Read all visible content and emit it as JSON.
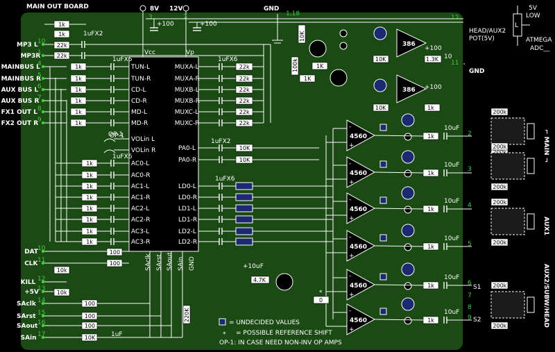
{
  "board": {
    "title": "MAIN OUT BOARD"
  },
  "supplies": {
    "v8": "8V",
    "v12": "12V",
    "gnd": "GND",
    "gnd_pins": "1,18",
    "v5": "5V",
    "pin3": "3",
    "pin2": "2",
    "pin12": "12",
    "pin11": "11"
  },
  "pot": {
    "low": "LOW",
    "l": "L",
    "head": "HEAD/AUX2",
    "pot": "POT(5V)",
    "atmega1": "ATMEGA",
    "atmega2": "ADC__"
  },
  "left_pins": [
    {
      "label": "MP3 L",
      "num": "10"
    },
    {
      "label": "MP3R",
      "num": "1"
    },
    {
      "label": "MAINBUS L",
      "num": "4"
    },
    {
      "label": "MAINBUS R",
      "num": "5"
    },
    {
      "label": "AUX BUS L",
      "num": "6"
    },
    {
      "label": "AUX BUS R",
      "num": "7"
    },
    {
      "label": "FX1 OUT L",
      "num": "8"
    },
    {
      "label": "FX2 OUT R",
      "num": "9"
    },
    {
      "label": "DAT",
      "num": "10"
    },
    {
      "label": "CLK",
      "num": "11"
    },
    {
      "label": "KILL",
      "num": "12"
    },
    {
      "label": "+5V",
      "num": "13"
    },
    {
      "label": "SAclk",
      "num": "14"
    },
    {
      "label": "SArst",
      "num": "15"
    },
    {
      "label": "SAout",
      "num": "16"
    },
    {
      "label": "SAin",
      "num": "17"
    }
  ],
  "values": {
    "r1k": "1k",
    "r22k": "22k",
    "r1K": "1K",
    "r10k": "10k",
    "r10K": "10K",
    "r100": "100",
    "r10K2": "10K",
    "r200k": "200k",
    "r47k": "4.7K",
    "r13k": "1.3K",
    "r100k": "100k",
    "r10k_v": "10K",
    "r220k": "220K",
    "c1ufx2": "1uFX2",
    "c1ufx6": "1uFX6",
    "c100": "+100",
    "c10uf": "10uF",
    "c_10uf": "+10uF",
    "c1uf": "1uF",
    "c10": "10",
    "r_zero": "0"
  },
  "chip": {
    "vcc": "Vcc",
    "vp": "Vp",
    "sclk": "SAclk",
    "sarst": "SArst",
    "saout": "SAout",
    "sain": "SAin",
    "gnd": "GND",
    "left_pins": [
      "TUN-L",
      "TUN-R",
      "CD-L",
      "CD-R",
      "MD-L",
      "MD-R",
      "VOLin L",
      "VOLin R",
      "AC0-L",
      "AC0-R",
      "AC1-L",
      "AC1-R",
      "AC2-L",
      "AC2-R",
      "AC3-L",
      "AC3-R"
    ],
    "right_pins": [
      "MUXA-L",
      "MUXA-R",
      "MUXB-L",
      "MUXB-R",
      "MUXC-L",
      "MUXC-R",
      "PA0-L",
      "PA0-R",
      "LD0-L",
      "LD0-R",
      "LD1-L",
      "LD1-R",
      "LD2-L",
      "LD2-R"
    ]
  },
  "op1": "OP-1",
  "amps": {
    "a386": "386",
    "a4560": "4560",
    "plus": "+",
    "minus": "-"
  },
  "outputs": {
    "main": "⌐ MAIN ¬",
    "aux1": "AUX1",
    "aux2": "AUX2/SUBW/HEAD",
    "s1": "S1",
    "s2": "S2",
    "nums": [
      "2",
      "3",
      "4",
      "5",
      "6",
      "7",
      "8",
      "9"
    ]
  },
  "legend": {
    "undecided": "= UNDECIDED VALUES",
    "star": "*",
    "shift": "= POSSIBLE REFERENCE SHIFT",
    "op1": "OP-1:  IN CASE NEED NON-INV OP AMPS"
  },
  "colors": {
    "board": "#1b4a14",
    "wire": "#ffffff",
    "pin": "#3ecf3e",
    "undecided": "#1a2a70"
  }
}
